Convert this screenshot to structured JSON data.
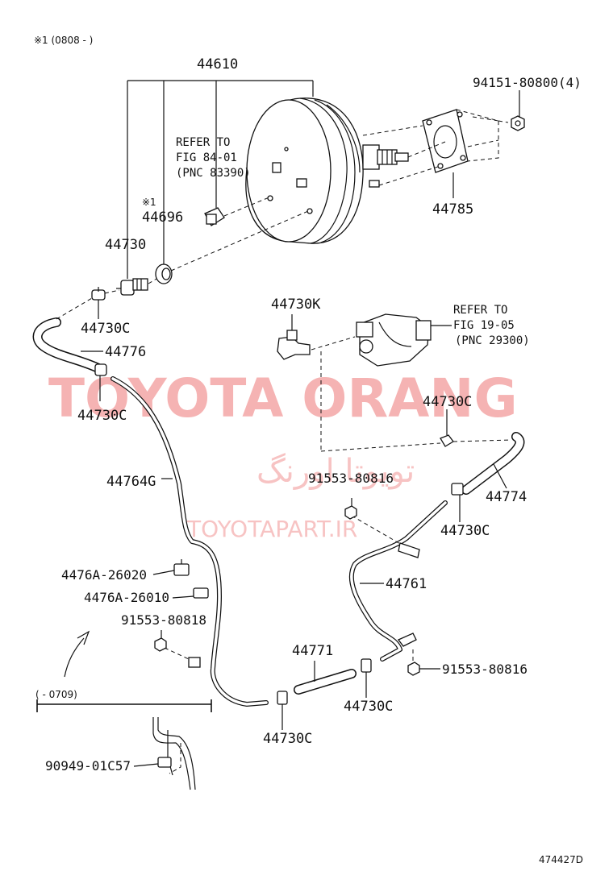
{
  "labels": {
    "variant_top": "※1 (0808 -    )",
    "booster": "44610",
    "refer_1_line1": "REFER TO",
    "refer_1_line2": "FIG 84-01",
    "refer_1_line3": "(PNC 83390)",
    "nut": "94151-80800(4)",
    "gasket": "44785",
    "mark_1": "※1",
    "grommet": "44696",
    "check_valve": "44730",
    "clamp_a": "44730C",
    "hose_a": "44776",
    "clamp_b": "44730C",
    "clamp_k": "44730K",
    "refer_2_line1": "REFER TO",
    "refer_2_line2": "FIG 19-05",
    "refer_2_line3": "(PNC 29300)",
    "clamp_c": "44730C",
    "bolt_a": "91553-80816",
    "hose_b": "44774",
    "clamp_d": "44730C",
    "pipe_a": "44764G",
    "clamp_e": "4476A-26020",
    "clamp_f": "4476A-26010",
    "bolt_b": "91553-80818",
    "pipe_b": "44761",
    "hose_c": "44771",
    "bolt_c": "91553-80816",
    "clamp_g": "44730C",
    "clamp_h": "44730C",
    "variant_bottom": "(      - 0709)",
    "clip": "90949-01C57",
    "diagram_id": "474427D"
  },
  "watermark": {
    "brand": "TOYOTA ORANG",
    "persian": "تویوتا اورنگ",
    "url": "TOYOTAPART.IR",
    "color": "#f4a6a6"
  }
}
